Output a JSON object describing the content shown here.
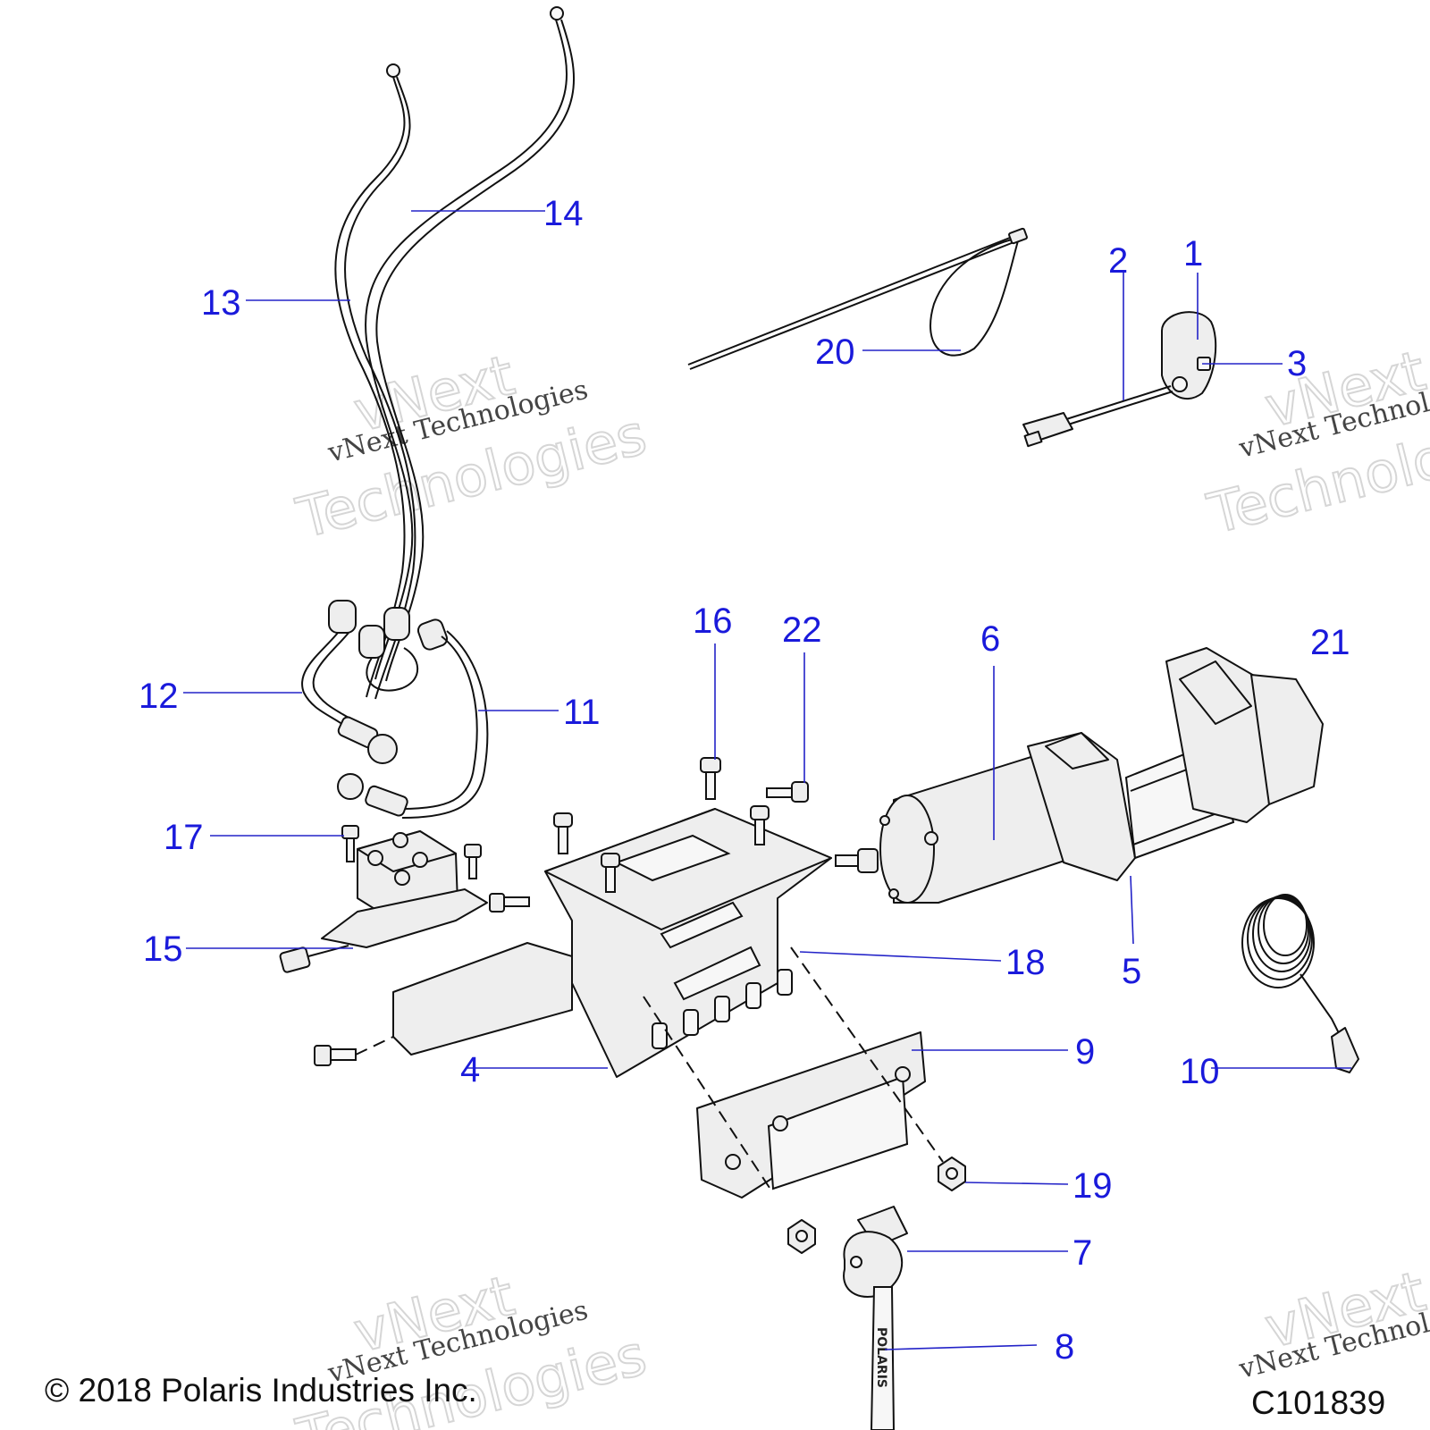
{
  "callouts": [
    "1",
    "2",
    "3",
    "4",
    "5",
    "6",
    "7",
    "8",
    "9",
    "10",
    "11",
    "12",
    "13",
    "14",
    "15",
    "16",
    "17",
    "18",
    "19",
    "20",
    "21",
    "22"
  ],
  "watermark": {
    "line1": "vNext Technologies",
    "line2": "vNext",
    "line3": "Technologies"
  },
  "footer": {
    "copyright": "© 2018 Polaris Industries Inc.",
    "code": "C101839"
  },
  "strap_text": "POLARIS"
}
